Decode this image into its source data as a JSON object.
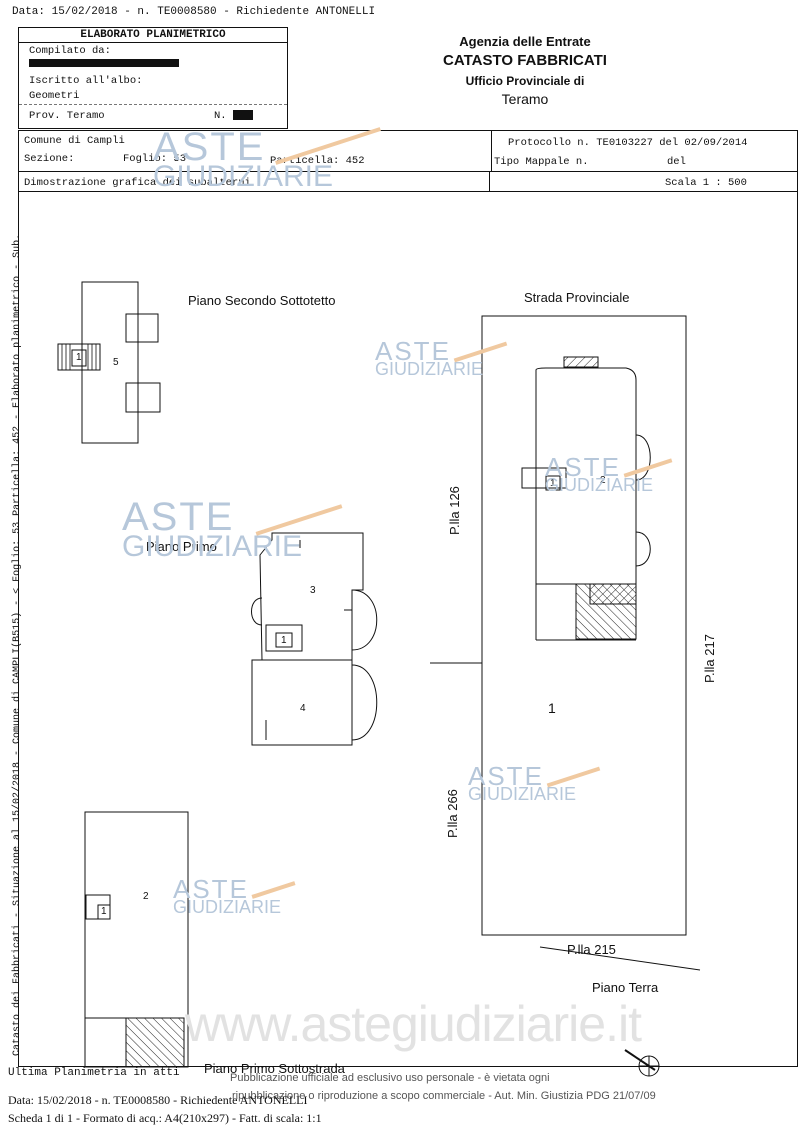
{
  "header": {
    "top_line": "Data: 15/02/2018 -  n. TE0008580 - Richiedente ANTONELLI"
  },
  "elaborato": {
    "title": "ELABORATO PLANIMETRICO",
    "compilato_label": "Compilato da:",
    "iscritto_label": "Iscritto all'albo:",
    "albo_value": "Geometri",
    "prov_label": "Prov. Teramo",
    "n_label": "N."
  },
  "agency": {
    "line1": "Agenzia delle Entrate",
    "line2": "CATASTO FABBRICATI",
    "line3": "Ufficio Provinciale di",
    "line4": "Teramo"
  },
  "info": {
    "comune": "Comune di Campli",
    "sezione": "Sezione:",
    "foglio": "Foglio: 53",
    "particella": "Particella: 452",
    "protocollo": "Protocollo n. TE0103227 del 02/09/2014",
    "tipo_mappale": "Tipo Mappale n.",
    "del": "del",
    "dimostrazione": "Dimostrazione grafica dei subalterni",
    "scala": "Scala 1 : 500"
  },
  "labels": {
    "piano_secondo": "Piano Secondo Sottotetto",
    "strada": "Strada Provinciale",
    "piano_primo": "Piano Primo",
    "pla126": "P.lla 126",
    "pla217": "P.lla 217",
    "pla266": "P.lla 266",
    "pla215": "P.lla 215",
    "piano_terra": "Piano Terra",
    "piano_sottostrada": "Piano Primo Sottostrada",
    "sub5": "5",
    "sub3": "3",
    "sub4": "4",
    "sub2a": "2",
    "sub2b": "2",
    "sub1": "1",
    "stair": "1"
  },
  "side_text": "Catasto dei Fabbricati - Situazione al 15/02/2018 - Comune di CAMPLI(B515) - < Foglio: 53 Particella: 452 - Elaborato planimetrico - Sub.",
  "footer": {
    "ultima": "Ultima Planimetria in atti",
    "pubblicazione1": "Pubblicazione ufficiale ad esclusivo uso personale - è vietata ogni",
    "pubblicazione2": "ripubblicazione o riproduzione a scopo commerciale - Aut. Min. Giustizia PDG 21/07/09",
    "data_line": "Data: 15/02/2018 - n. TE0008580 - Richiedente ANTONELLI",
    "scheda_line": "Scheda 1 di 1 - Formato di acq.: A4(210x297) - Fatt. di scala: 1:1",
    "website": "www.astegiudiziarie.it"
  },
  "watermark": {
    "aste": "ASTE",
    "giudiziarie": "GIUDIZIARIE"
  }
}
